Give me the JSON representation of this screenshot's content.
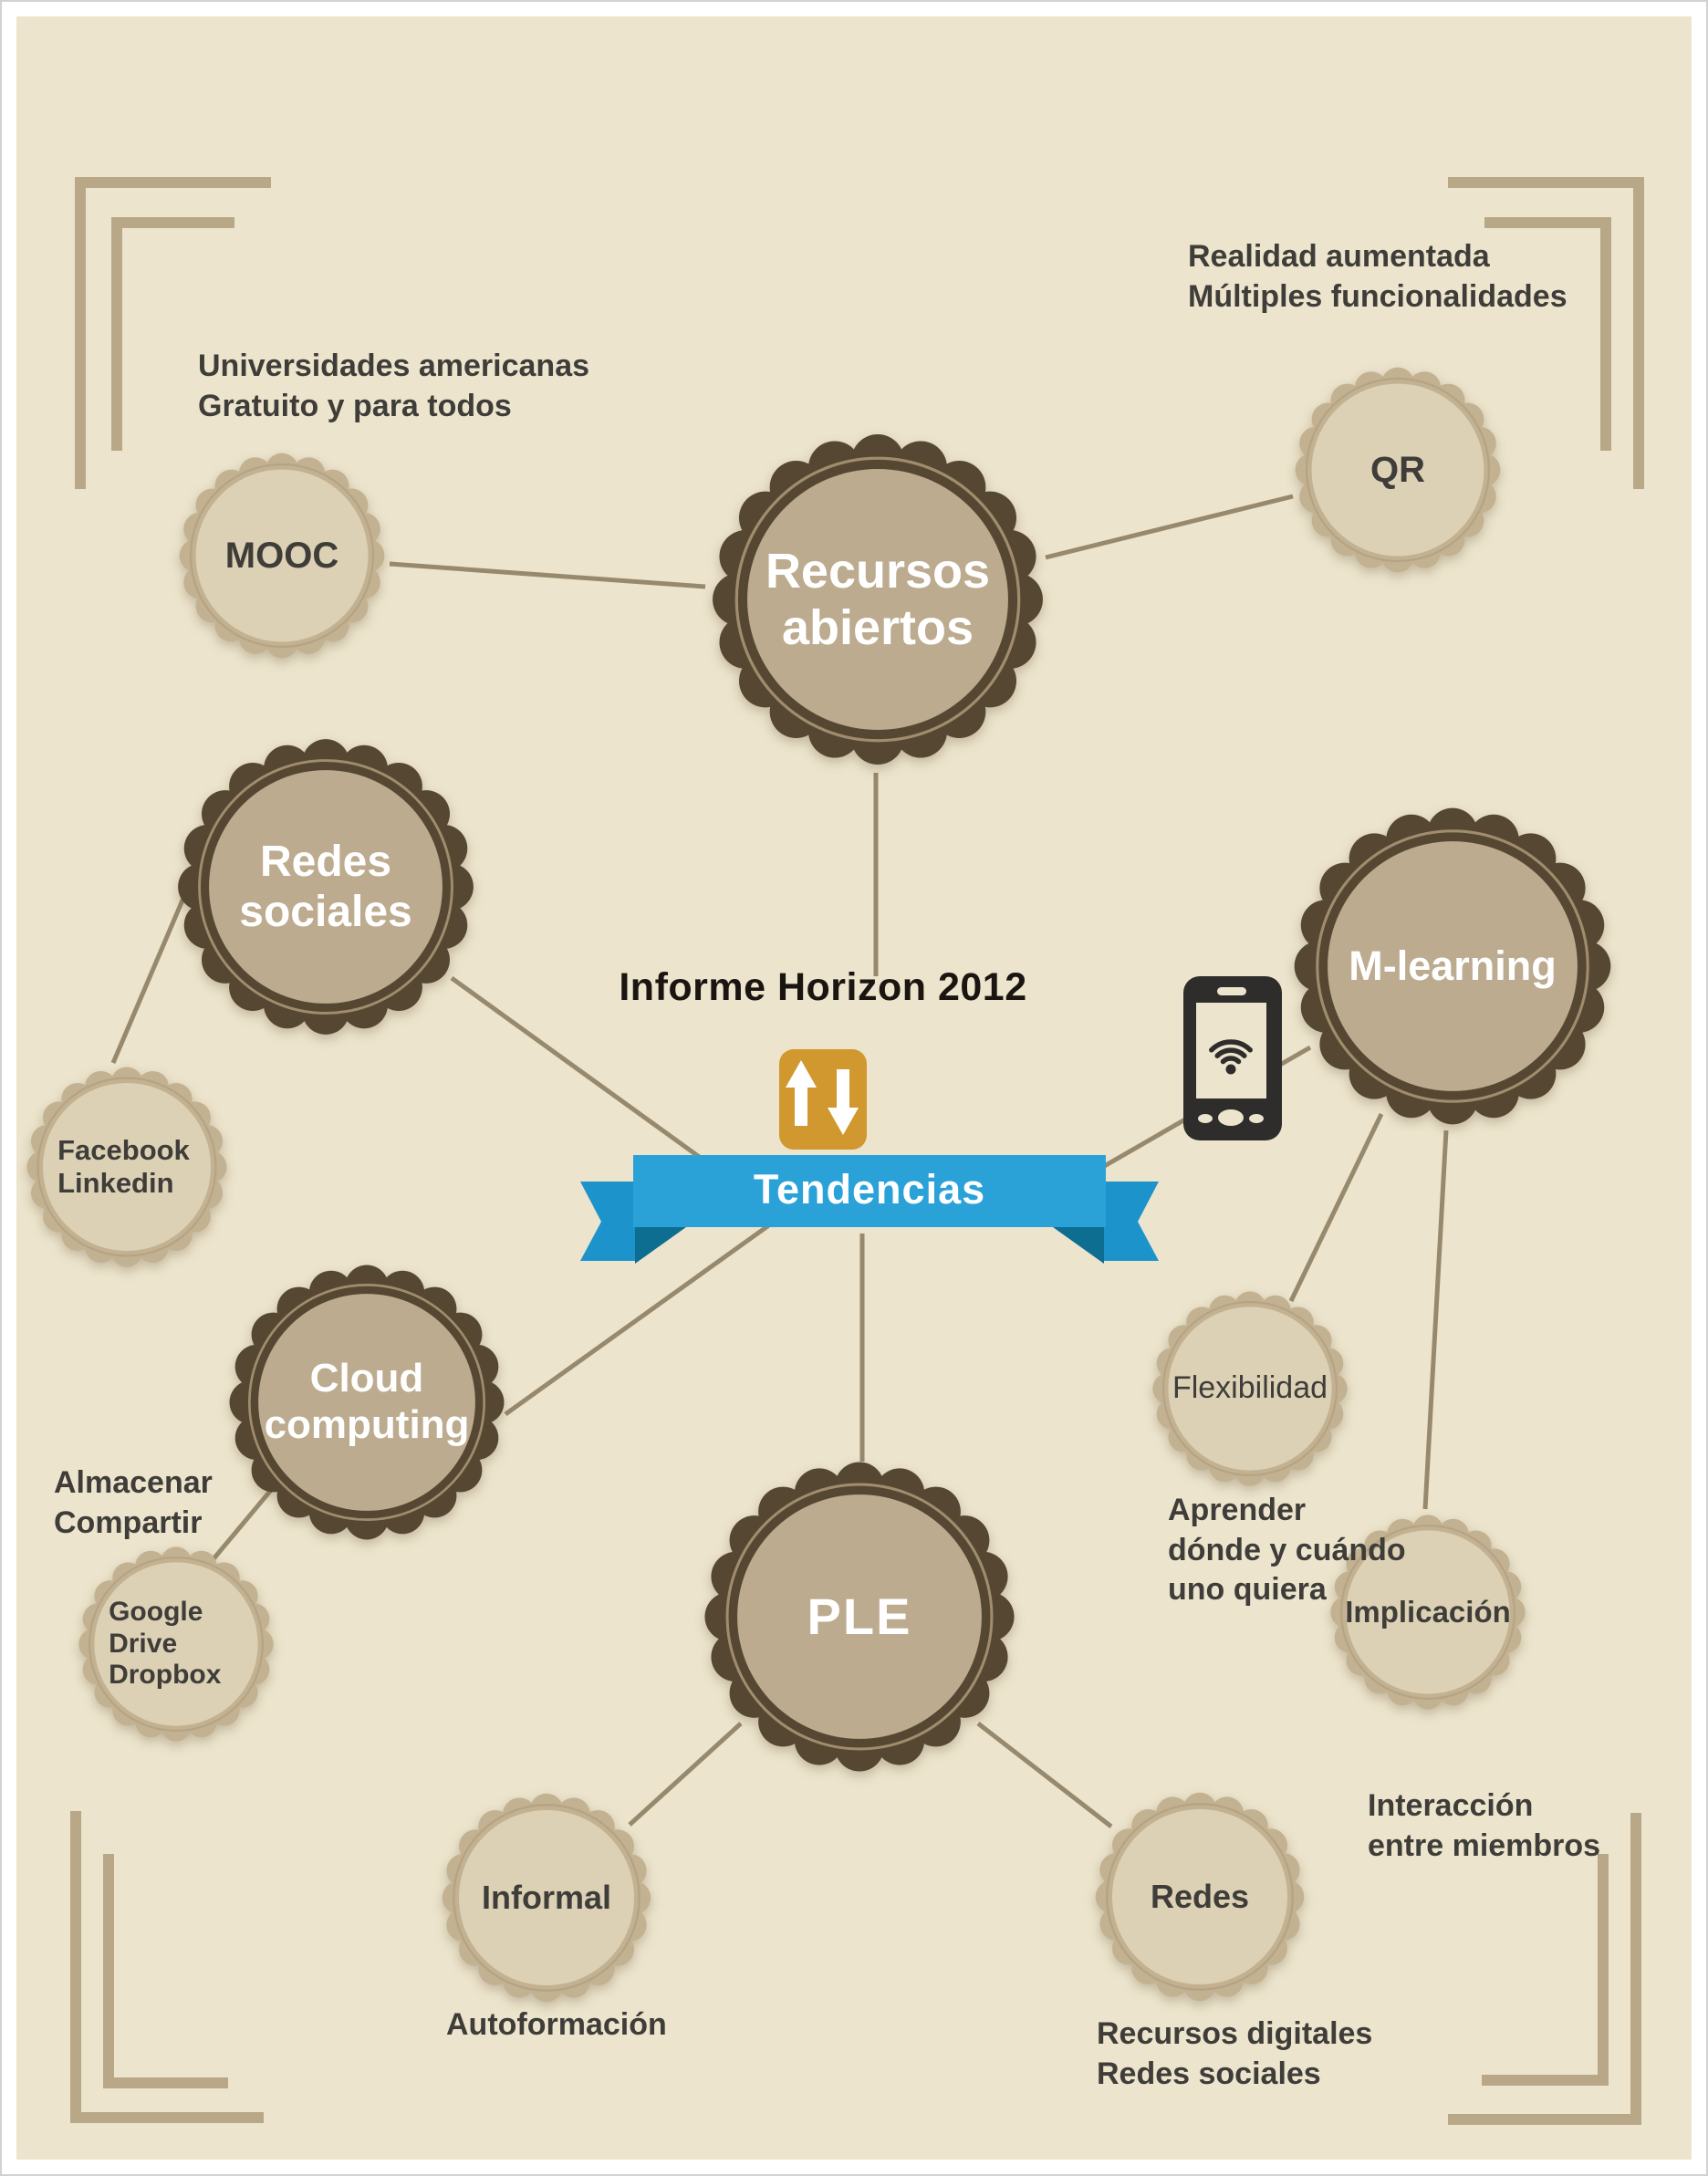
{
  "page": {
    "title": "Informe Horizon 2012",
    "banner_label": "Tendencias"
  },
  "colors": {
    "background": "#ece4cc",
    "badge_dark_ring": "#564732",
    "badge_dark_disc": "#bcab8f",
    "badge_light_ring": "#c3b291",
    "badge_light_disc": "#dcd1b5",
    "connector_line": "#97896d",
    "corner_bracket": "#b9a888",
    "ribbon_blue": "#2aa2d8",
    "ribbon_fold": "#0d6e92",
    "arrow_icon_orange": "#d0982f",
    "phone_dark": "#2e2d2b",
    "text_dark": "#3f3d39"
  },
  "nodes": {
    "recursos_abiertos": {
      "label": "Recursos\nabiertos"
    },
    "mooc": {
      "label": "MOOC"
    },
    "qr": {
      "label": "QR"
    },
    "redes_sociales": {
      "label": "Redes\nsociales"
    },
    "m_learning": {
      "label": "M-learning"
    },
    "cloud_computing": {
      "label": "Cloud\ncomputing"
    },
    "ple": {
      "label": "PLE"
    },
    "facebook_linkedin": {
      "label": "Facebook\nLinkedin"
    },
    "google_drive_dropbox": {
      "label": "Google Drive\nDropbox"
    },
    "flexibilidad": {
      "label": "Flexibilidad"
    },
    "implicacion": {
      "label": "Implicación"
    },
    "informal": {
      "label": "Informal"
    },
    "redes": {
      "label": "Redes"
    }
  },
  "annotations": {
    "mooc": "Universidades americanas\nGratuito y para todos",
    "qr": "Realidad aumentada\nMúltiples funcionalidades",
    "cloud": "Almacenar\nCompartir",
    "flexibilidad": "Aprender\ndónde y cuándo\nuno quiera",
    "informal": "Autoformación",
    "redes": "Recursos digitales\nRedes sociales",
    "implicacion": "Interacción\nentre miembros"
  }
}
